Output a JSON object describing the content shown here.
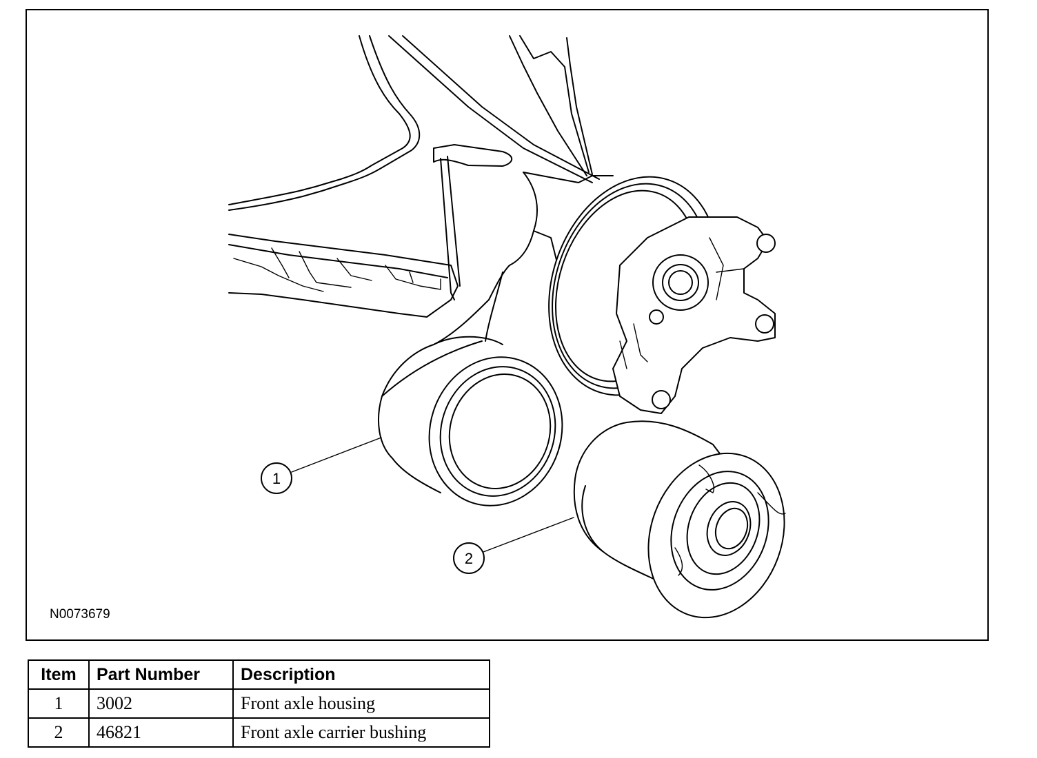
{
  "figure": {
    "figure_id": "N0073679",
    "callouts": [
      {
        "number": "1"
      },
      {
        "number": "2"
      }
    ]
  },
  "parts_table": {
    "headers": {
      "item": "Item",
      "part_number": "Part Number",
      "description": "Description"
    },
    "rows": [
      {
        "item": "1",
        "part_number": "3002",
        "description": "Front axle housing"
      },
      {
        "item": "2",
        "part_number": "46821",
        "description": "Front axle carrier bushing"
      }
    ]
  }
}
